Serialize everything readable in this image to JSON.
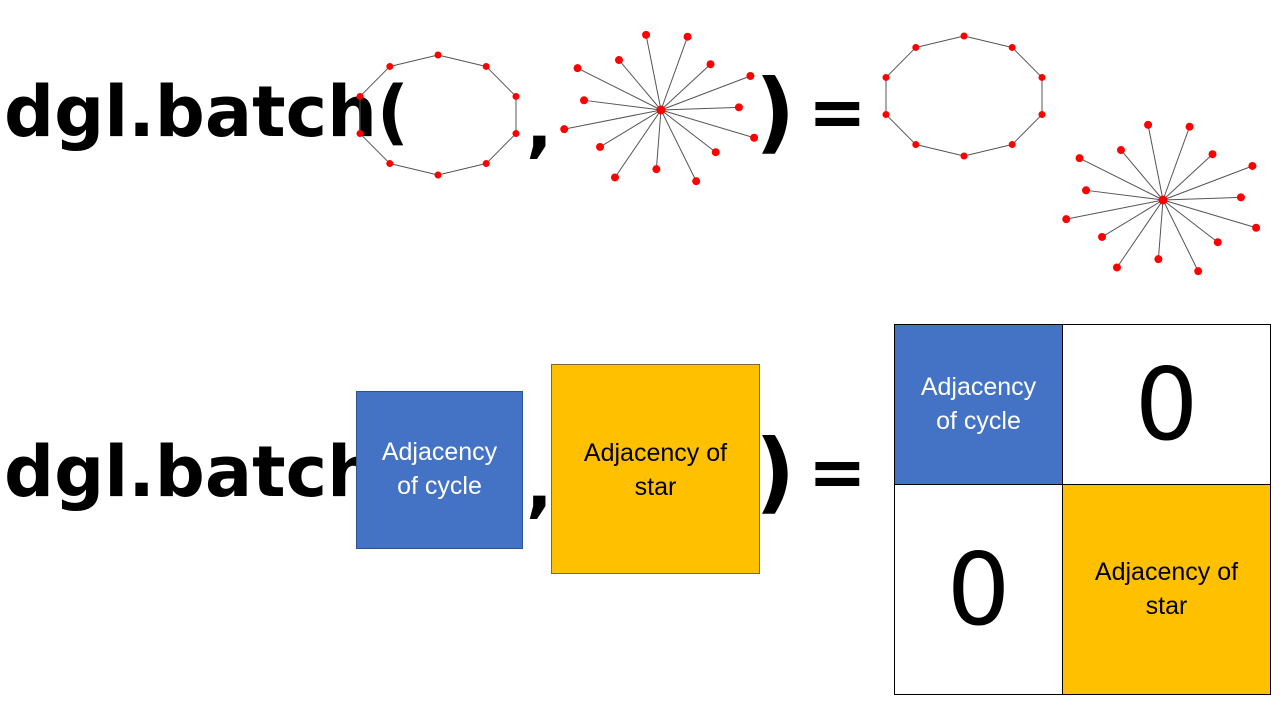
{
  "row1": {
    "func": "dgl.batch(",
    "comma": ",",
    "close_paren": ")",
    "equals": "="
  },
  "row2": {
    "func": "dgl.batch(",
    "comma": ",",
    "close_paren": ")",
    "equals": "=",
    "input_cycle_label": "Adjacency of cycle",
    "input_star_label": "Adjacency of star"
  },
  "matrix": {
    "top_left": "Adjacency of cycle",
    "top_right": "0",
    "bottom_left": "0",
    "bottom_right": "Adjacency of star"
  },
  "colors": {
    "node": "#ff0000",
    "edge": "#555555",
    "cycle_block": "#4472c4",
    "star_block": "#ffc000"
  },
  "graphs": {
    "cycle_node_count": 10,
    "star_leaf_count": 15
  }
}
